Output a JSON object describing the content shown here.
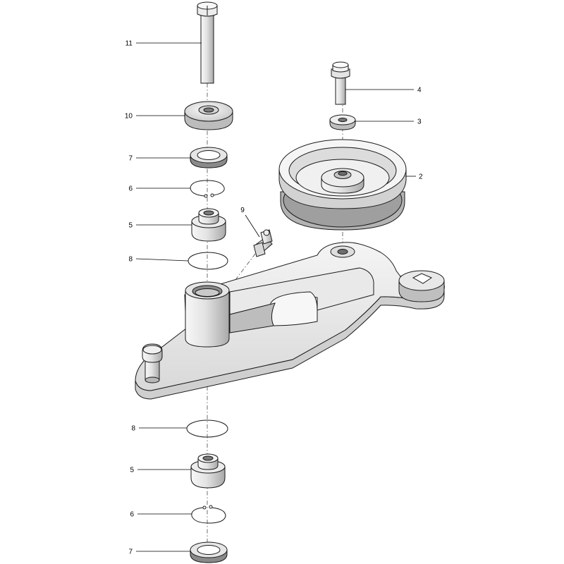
{
  "callouts": [
    {
      "id": "c11a",
      "label": "11"
    },
    {
      "id": "c10a",
      "label": "10"
    },
    {
      "id": "c7a",
      "label": "7"
    },
    {
      "id": "c6a",
      "label": "6"
    },
    {
      "id": "c5a",
      "label": "5"
    },
    {
      "id": "c8a",
      "label": "8"
    },
    {
      "id": "c9a",
      "label": "9"
    },
    {
      "id": "c4a",
      "label": "4"
    },
    {
      "id": "c3a",
      "label": "3"
    },
    {
      "id": "c2a",
      "label": "2"
    },
    {
      "id": "c8b",
      "label": "8"
    },
    {
      "id": "c5b",
      "label": "5"
    },
    {
      "id": "c6b",
      "label": "6"
    },
    {
      "id": "c7b",
      "label": "7"
    }
  ],
  "colors": {
    "line": "#1a1a1a",
    "metal_light": "#f2f2f2",
    "metal_mid": "#d0d0d0",
    "metal_dark": "#9a9a9a",
    "background": "#ffffff"
  }
}
